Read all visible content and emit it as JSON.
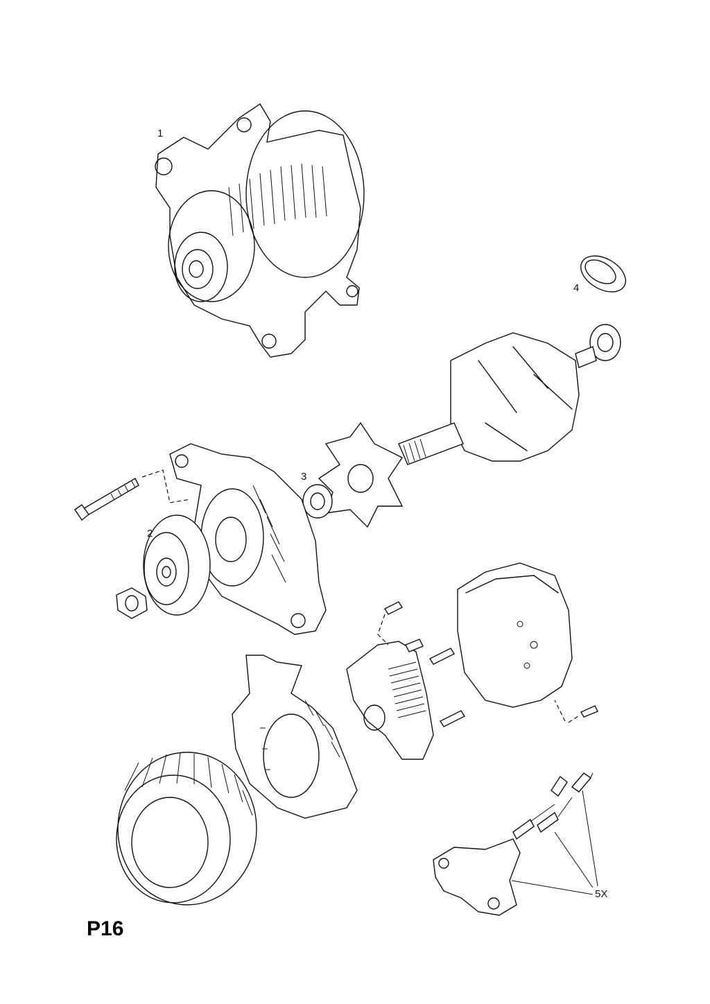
{
  "diagram": {
    "page_code": "P16",
    "callouts": [
      {
        "id": "1",
        "text": "1"
      },
      {
        "id": "2",
        "text": "2"
      },
      {
        "id": "3",
        "text": "3"
      },
      {
        "id": "4",
        "text": "4"
      },
      {
        "id": "5",
        "text": "5X"
      }
    ]
  }
}
